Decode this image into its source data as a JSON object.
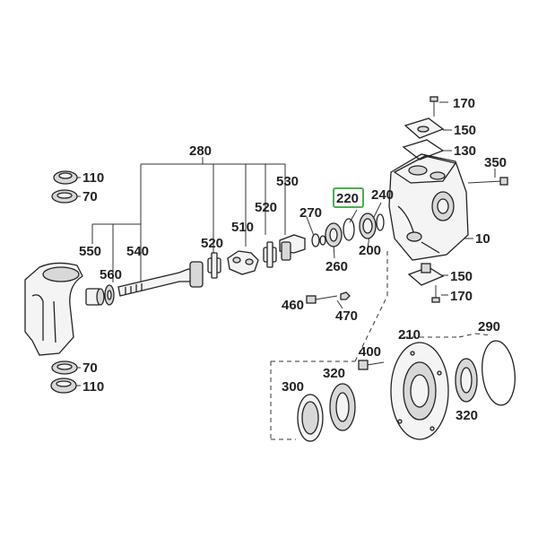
{
  "labels": {
    "l280": "280",
    "l530": "530",
    "l510": "510",
    "l520a": "520",
    "l520b": "520",
    "l550": "550",
    "l560": "560",
    "l540": "540",
    "l270": "270",
    "l220": "220",
    "l240": "240",
    "l260": "260",
    "l200": "200",
    "l10": "10",
    "l350": "350",
    "l170a": "170",
    "l150a": "150",
    "l130": "130",
    "l150b": "150",
    "l170b": "170",
    "l460": "460",
    "l470": "470",
    "l110a": "110",
    "l70a": "70",
    "l70b": "70",
    "l110b": "110",
    "l400": "400",
    "l210": "210",
    "l290": "290",
    "l300": "300",
    "l320a": "320",
    "l320b": "320"
  },
  "highlight": {
    "label": "220",
    "color": "#4caf50"
  }
}
